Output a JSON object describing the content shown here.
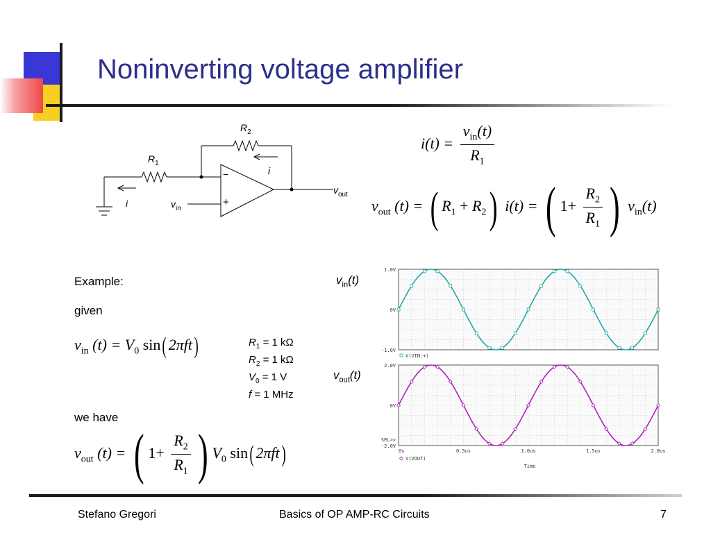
{
  "slide": {
    "title": "Noninverting voltage amplifier",
    "footer": {
      "author": "Stefano Gregori",
      "course": "Basics of OP AMP-RC Circuits",
      "page": "7"
    },
    "colors": {
      "title": "#2b2f8c",
      "deco_blue": "#3a37d6",
      "deco_red": "#f04848",
      "deco_yellow": "#f5d020",
      "teal_trace": "#22a8a8",
      "magenta_trace": "#b020c0"
    }
  },
  "circuit": {
    "R2": "R",
    "R2_sub": "2",
    "R1": "R",
    "R1_sub": "1",
    "i_top": "i",
    "i_left": "i",
    "vin": "v",
    "vin_sub": "in",
    "vout": "v",
    "vout_sub": "out",
    "minus": "−",
    "plus": "+"
  },
  "equations": {
    "eq1": {
      "lhs": "i(t) =",
      "num_v": "v",
      "num_sub": "in",
      "num_t": "(t)",
      "den_R": "R",
      "den_sub": "1"
    },
    "eq2": {
      "v": "v",
      "out": "out",
      "t": "(t) =",
      "R1": "R",
      "s1": "1",
      "plus": "+",
      "R2": "R",
      "s2": "2",
      "it": "i(t) =",
      "one": "1+",
      "fnum": "R",
      "fnum_sub": "2",
      "fden": "R",
      "fden_sub": "1",
      "vin": "v",
      "in": "in",
      "vt": "(t)"
    }
  },
  "example": {
    "heading": "Example:",
    "given": "given",
    "given_eq": {
      "v": "v",
      "in": "in",
      "t": "(t) =",
      "V": "V",
      "zero": "0",
      "sin": "sin",
      "arg": "2πft"
    },
    "params": [
      {
        "sym": "R",
        "sub": "1",
        "val": " = 1 kΩ"
      },
      {
        "sym": "R",
        "sub": "2",
        "val": " = 1 kΩ"
      },
      {
        "sym": "V",
        "sub": "0",
        "val": " = 1 V"
      },
      {
        "sym": "f",
        "sub": "",
        "val": " = 1 MHz"
      }
    ],
    "we_have": "we have",
    "result_eq": {
      "v": "v",
      "out": "out",
      "t": "(t) =",
      "one": "1+",
      "fnum": "R",
      "fnum_sub": "2",
      "fden": "R",
      "fden_sub": "1",
      "V": "V",
      "zero": "0",
      "sin": "sin",
      "arg": "2πft"
    }
  },
  "plot_labels": {
    "vin": {
      "v": "v",
      "sub": "in",
      "t": "(t)"
    },
    "vout": {
      "v": "v",
      "sub": "out",
      "t": "(t)"
    }
  },
  "chart_data": [
    {
      "type": "line",
      "title": "",
      "series": [
        {
          "name": "V(VIN:+)",
          "color": "#22a8a8",
          "amplitude": 1.0,
          "frequency_mhz": 1
        }
      ],
      "ylabel_ticks": [
        "1.0V",
        "0V",
        "-1.0V"
      ],
      "ylim": [
        -1.0,
        1.0
      ],
      "xlim": [
        0,
        2.0
      ],
      "xunit": "us",
      "grid": true
    },
    {
      "type": "line",
      "title": "",
      "series": [
        {
          "name": "V(VOUT)",
          "color": "#b020c0",
          "amplitude": 2.0,
          "frequency_mhz": 1
        }
      ],
      "ylabel_ticks": [
        "2.0V",
        "0V",
        "-2.0V"
      ],
      "ylim": [
        -2.0,
        2.0
      ],
      "xlim": [
        0,
        2.0
      ],
      "x_ticks": [
        "0s",
        "0.5us",
        "1.0us",
        "1.5us",
        "2.0us"
      ],
      "xlabel": "Time",
      "sel_marker": "SEL>>",
      "grid": true
    }
  ]
}
